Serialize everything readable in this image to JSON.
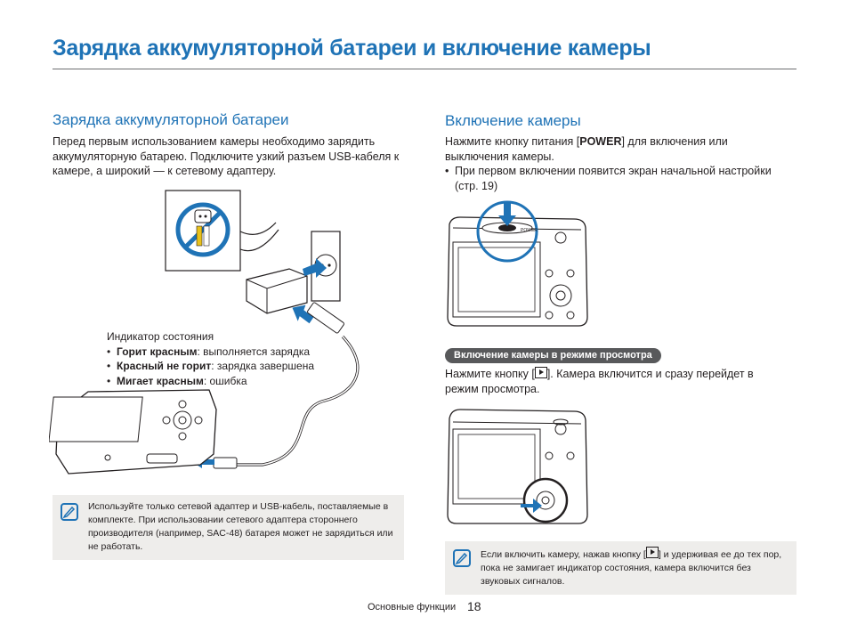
{
  "page": {
    "title": "Зарядка аккумуляторной батареи и включение камеры"
  },
  "charging": {
    "heading": "Зарядка аккумуляторной батареи",
    "text": "Перед первым использованием камеры необходимо зарядить аккумуляторную батарею. Подключите узкий разъем USB-кабеля к камере, а широкий — к сетевому адаптеру.",
    "indicator_label": "Индикатор состояния",
    "indicator_items": [
      {
        "bold": "Горит красным",
        "text": ": выполняется зарядка"
      },
      {
        "bold": "Красный не горит",
        "text": ": зарядка завершена"
      },
      {
        "bold": "Мигает красным",
        "text": ": ошибка"
      }
    ],
    "note": "Используйте только сетевой адаптер и USB-кабель, поставляемые в комплекте. При использовании сетевого адаптера стороннего производителя (например, SAC-48) батарея может не зарядиться или не работать."
  },
  "power_on": {
    "heading": "Включение камеры",
    "text_before": "Нажмите кнопку питания [",
    "power_key": "POWER",
    "text_after": "] для включения или выключения камеры.",
    "bullet": "При первом включении появится экран начальной настройки (стр. 19)",
    "camera_label": "POWER",
    "playback_pill": "Включение камеры в режиме просмотра",
    "playback_before": "Нажмите кнопку [",
    "playback_after": "]. Камера включится и сразу перейдет в режим просмотра.",
    "note_before": "Если включить камеру, нажав кнопку [",
    "note_after": "] и удерживая ее до тех пор, пока не замигает индикатор состояния, камера включится без звуковых сигналов."
  },
  "footer": {
    "section": "Основные функции",
    "page_number": "18"
  },
  "colors": {
    "accent": "#1f73b6",
    "rule": "#6d6e71",
    "note_bg": "#eeedeb",
    "pill_bg": "#58595b",
    "indicator_orange": "#d87a1e"
  },
  "icons": [
    "note-icon",
    "play-icon",
    "prohibited-plug-icon",
    "arrow-icon"
  ]
}
